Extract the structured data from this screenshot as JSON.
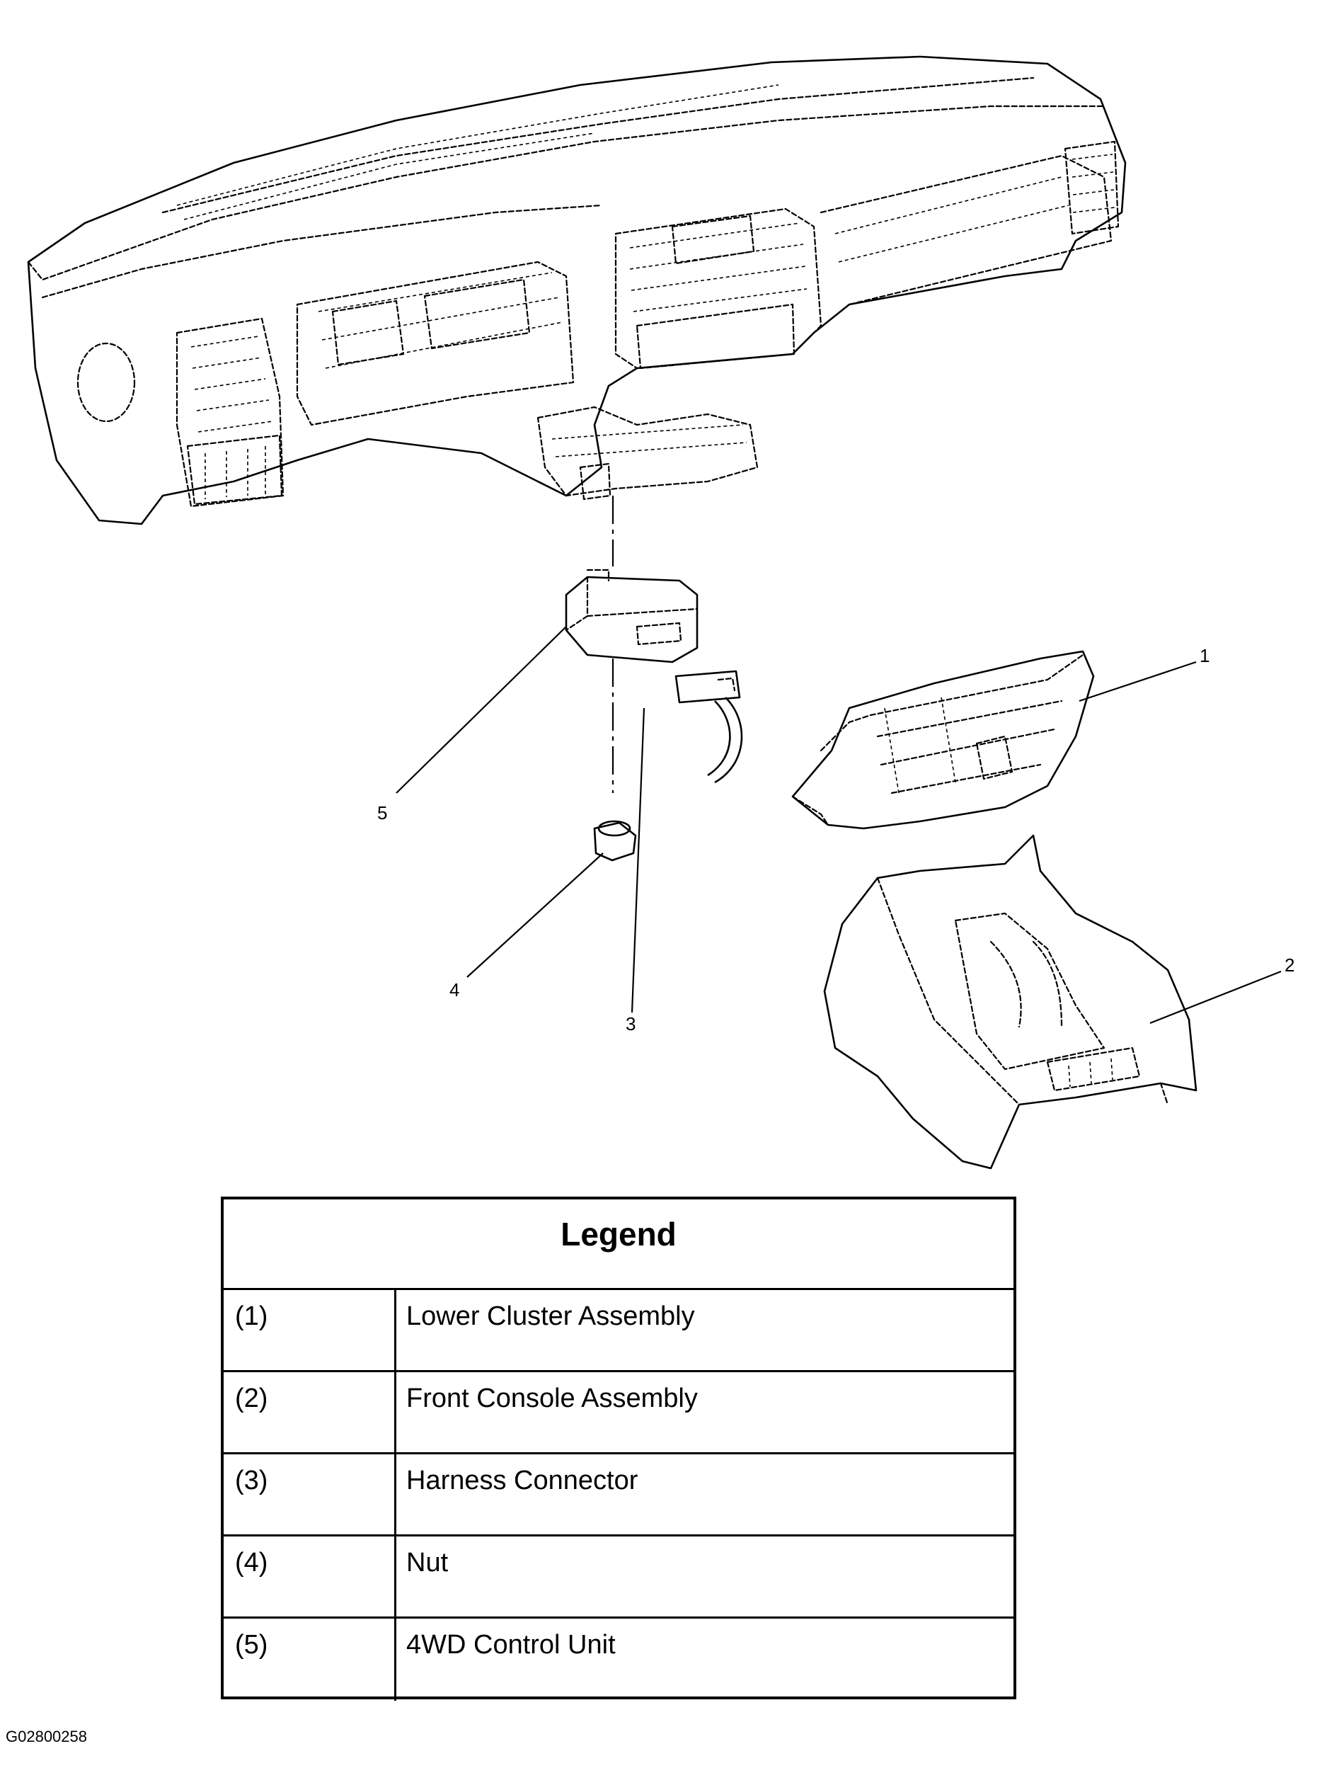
{
  "diagram": {
    "callouts": [
      "1",
      "2",
      "3",
      "4",
      "5"
    ]
  },
  "legend": {
    "title": "Legend",
    "rows": [
      {
        "num": "(1)",
        "desc": "Lower Cluster Assembly"
      },
      {
        "num": "(2)",
        "desc": "Front Console Assembly"
      },
      {
        "num": "(3)",
        "desc": "Harness Connector"
      },
      {
        "num": "(4)",
        "desc": "Nut"
      },
      {
        "num": "(5)",
        "desc": "4WD Control Unit"
      }
    ]
  },
  "doc_id": "G02800258"
}
